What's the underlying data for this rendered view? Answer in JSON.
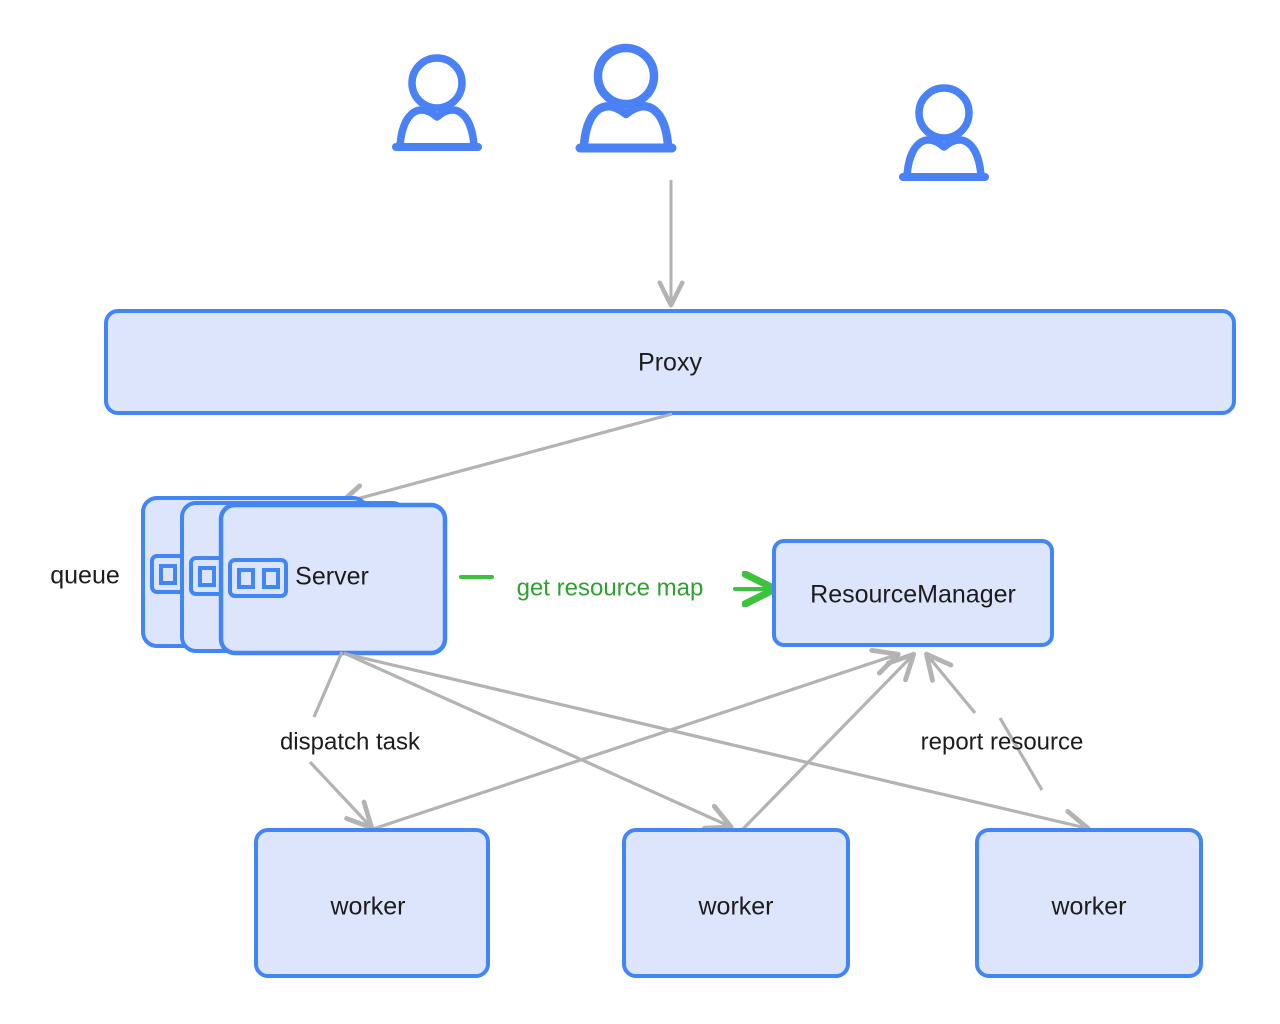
{
  "diagram": {
    "title": "Proxy Server Worker ResourceManager architecture",
    "background": "#ffffff",
    "colors": {
      "node_fill": "#dde5fc",
      "node_stroke": "#4285f4",
      "arrow_gray": "#b3b3b3",
      "accent_green": "#3cc23c",
      "text_dark": "#1c1c1c",
      "user_icon": "#4a82f5"
    },
    "nodes": [
      {
        "id": "proxy",
        "label": "Proxy"
      },
      {
        "id": "server",
        "label": "Server"
      },
      {
        "id": "resourcemanager",
        "label": "ResourceManager"
      },
      {
        "id": "worker1",
        "label": "worker"
      },
      {
        "id": "worker2",
        "label": "worker"
      },
      {
        "id": "worker3",
        "label": "worker"
      }
    ],
    "side_labels": [
      {
        "id": "queue",
        "label": "queue"
      }
    ],
    "edge_labels": [
      {
        "id": "get-resource-map",
        "label": "get resource map",
        "color": "green"
      },
      {
        "id": "dispatch-task",
        "label": "dispatch task",
        "color": "gray"
      },
      {
        "id": "report-resource",
        "label": "report resource",
        "color": "gray"
      }
    ],
    "actors": [
      {
        "id": "user-1",
        "icon": "user-icon"
      },
      {
        "id": "user-2",
        "icon": "user-icon"
      },
      {
        "id": "user-3",
        "icon": "user-icon"
      }
    ],
    "edges": [
      {
        "from": "user-2",
        "to": "proxy",
        "label": ""
      },
      {
        "from": "proxy",
        "to": "server",
        "label": ""
      },
      {
        "from": "server",
        "to": "resourcemanager",
        "label": "get resource map"
      },
      {
        "from": "server",
        "to": "worker1",
        "label": "dispatch task"
      },
      {
        "from": "server",
        "to": "worker2",
        "label": ""
      },
      {
        "from": "server",
        "to": "worker3",
        "label": ""
      },
      {
        "from": "worker1",
        "to": "resourcemanager",
        "label": ""
      },
      {
        "from": "worker2",
        "to": "resourcemanager",
        "label": ""
      },
      {
        "from": "worker3",
        "to": "resourcemanager",
        "label": "report resource"
      }
    ]
  }
}
